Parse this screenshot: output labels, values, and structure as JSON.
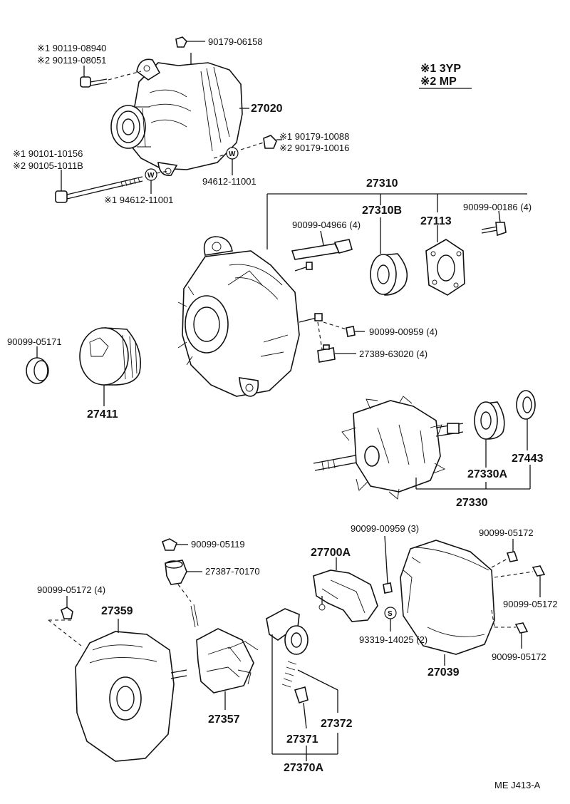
{
  "legend": {
    "item1": "※1 3YP",
    "item2": "※2 MP"
  },
  "footer_code": "ME J413-A",
  "parts": {
    "bolt_top_1": "※1 90119-08940",
    "bolt_top_2": "※2 90119-08051",
    "nut_top": "90179-06158",
    "alternator_assy": "27020",
    "nut_right_1": "※1 90179-10088",
    "nut_right_2": "※2 90179-10016",
    "washer_right": "94612-11001",
    "bolt_long_1": "※1 90101-10156",
    "bolt_long_2": "※2 90105-1011B",
    "washer_long": "※1 94612-11001",
    "drive_frame_assy": "27310",
    "stud": "90099-04966 (4)",
    "bearing_front": "27310B",
    "retainer": "27113",
    "screw_retainer": "90099-00186 (4)",
    "screw_terminal": "90099-00959 (4)",
    "insulator": "27389-63020 (4)",
    "nut_pulley": "90099-05171",
    "pulley": "27411",
    "bearing_rear": "27330A",
    "bearing_cover": "27443",
    "rotor_assy": "27330",
    "nut_small": "90099-05119",
    "terminal_insulator": "27387-70170",
    "nut_rear_frame": "90099-05172 (4)",
    "rear_frame": "27359",
    "rectifier": "27357",
    "regulator": "27700A",
    "screw_regulator": "90099-00959 (3)",
    "washer_regulator": "93319-14025 (2)",
    "rear_cover": "27039",
    "nut_cover_top": "90099-05172",
    "nut_cover_mid": "90099-05172",
    "nut_cover_bottom": "90099-05172",
    "brush_holder_assy": "27370A",
    "brush": "27371",
    "spring": "27372"
  }
}
